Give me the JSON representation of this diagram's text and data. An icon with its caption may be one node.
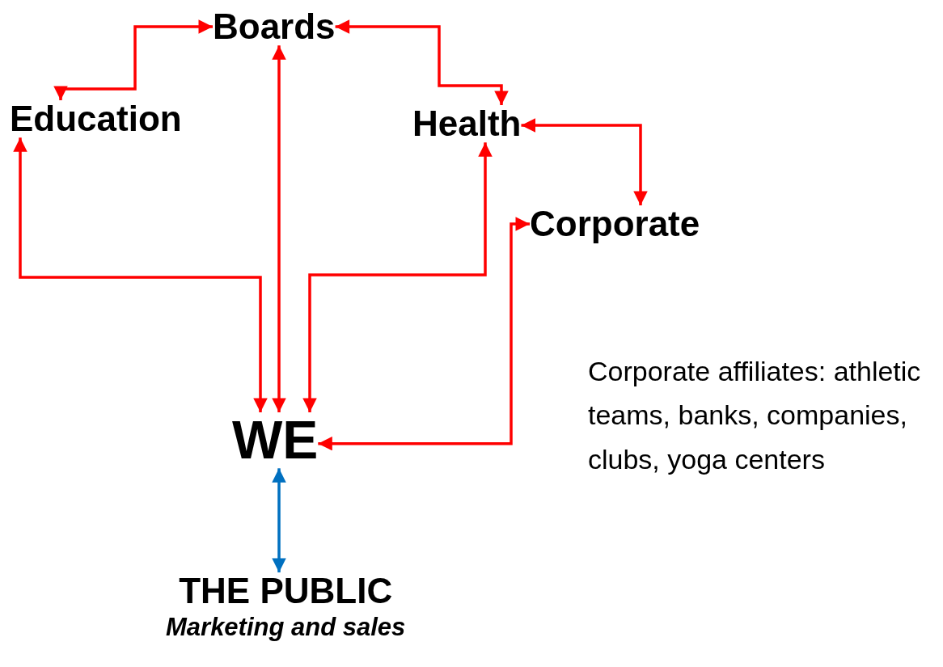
{
  "diagram": {
    "nodes": [
      {
        "text": [
          "Education"
        ]
      },
      {
        "text": [
          "Boards"
        ]
      },
      {
        "text": [
          "Health"
        ]
      },
      {
        "text": [
          "Corporate"
        ]
      },
      {
        "text": [
          "WE"
        ]
      },
      {
        "text": [
          "THE PUBLIC",
          "Marketing and sales"
        ]
      }
    ],
    "edges": [
      {
        "from": 0,
        "to": 1,
        "arrow": "both"
      },
      {
        "from": 1,
        "to": 2,
        "arrow": "both"
      },
      {
        "from": 2,
        "to": 3,
        "arrow": "both"
      },
      {
        "from": 0,
        "to": 4,
        "arrow": "both"
      },
      {
        "from": 1,
        "to": 4,
        "arrow": "both"
      },
      {
        "from": 2,
        "to": 4,
        "arrow": "both"
      },
      {
        "from": 3,
        "to": 4,
        "arrow": "both"
      },
      {
        "from": 4,
        "to": 5,
        "arrow": "both",
        "color": "#0070c0"
      }
    ],
    "labels": [
      "Corporate affiliates: athletic teams, banks, companies, clubs, yoga centers"
    ]
  }
}
